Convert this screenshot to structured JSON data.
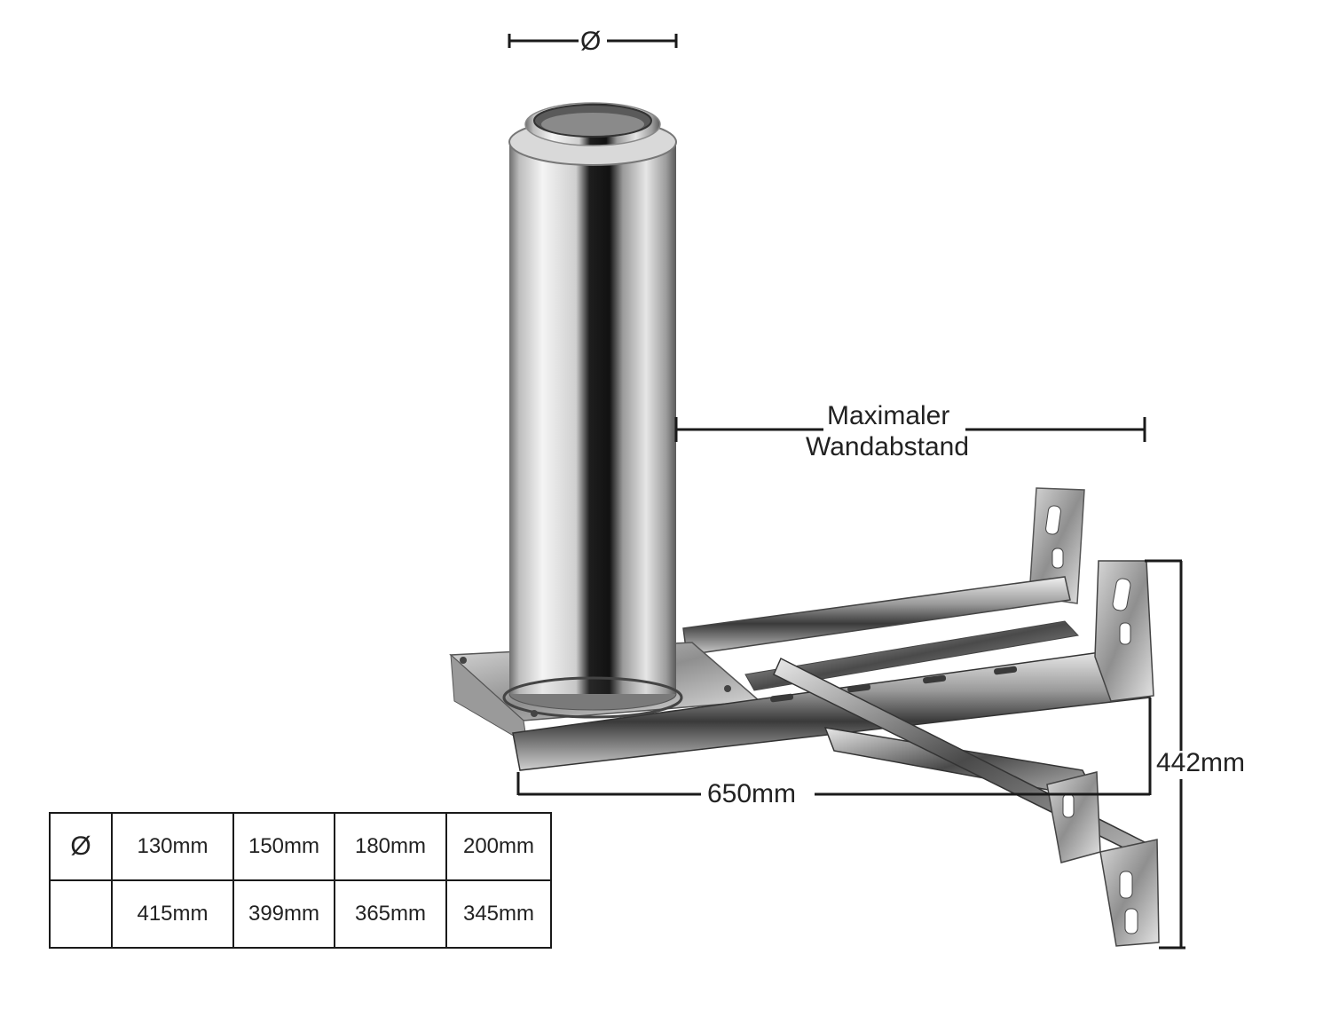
{
  "labels": {
    "diameter_symbol": "Ø",
    "max_distance_line1": "Maximaler",
    "max_distance_line2": "Wandabstand",
    "width": "650mm",
    "height": "442mm"
  },
  "table": {
    "header_symbol": "Ø",
    "diameters": [
      "130mm",
      "150mm",
      "180mm",
      "200mm"
    ],
    "wall_distances": [
      "415mm",
      "399mm",
      "365mm",
      "345mm"
    ]
  },
  "colors": {
    "steel_dark": "#2b2b2b",
    "steel_mid": "#8c8c8c",
    "steel_light": "#f2f2f2",
    "line": "#1a1a1a"
  }
}
